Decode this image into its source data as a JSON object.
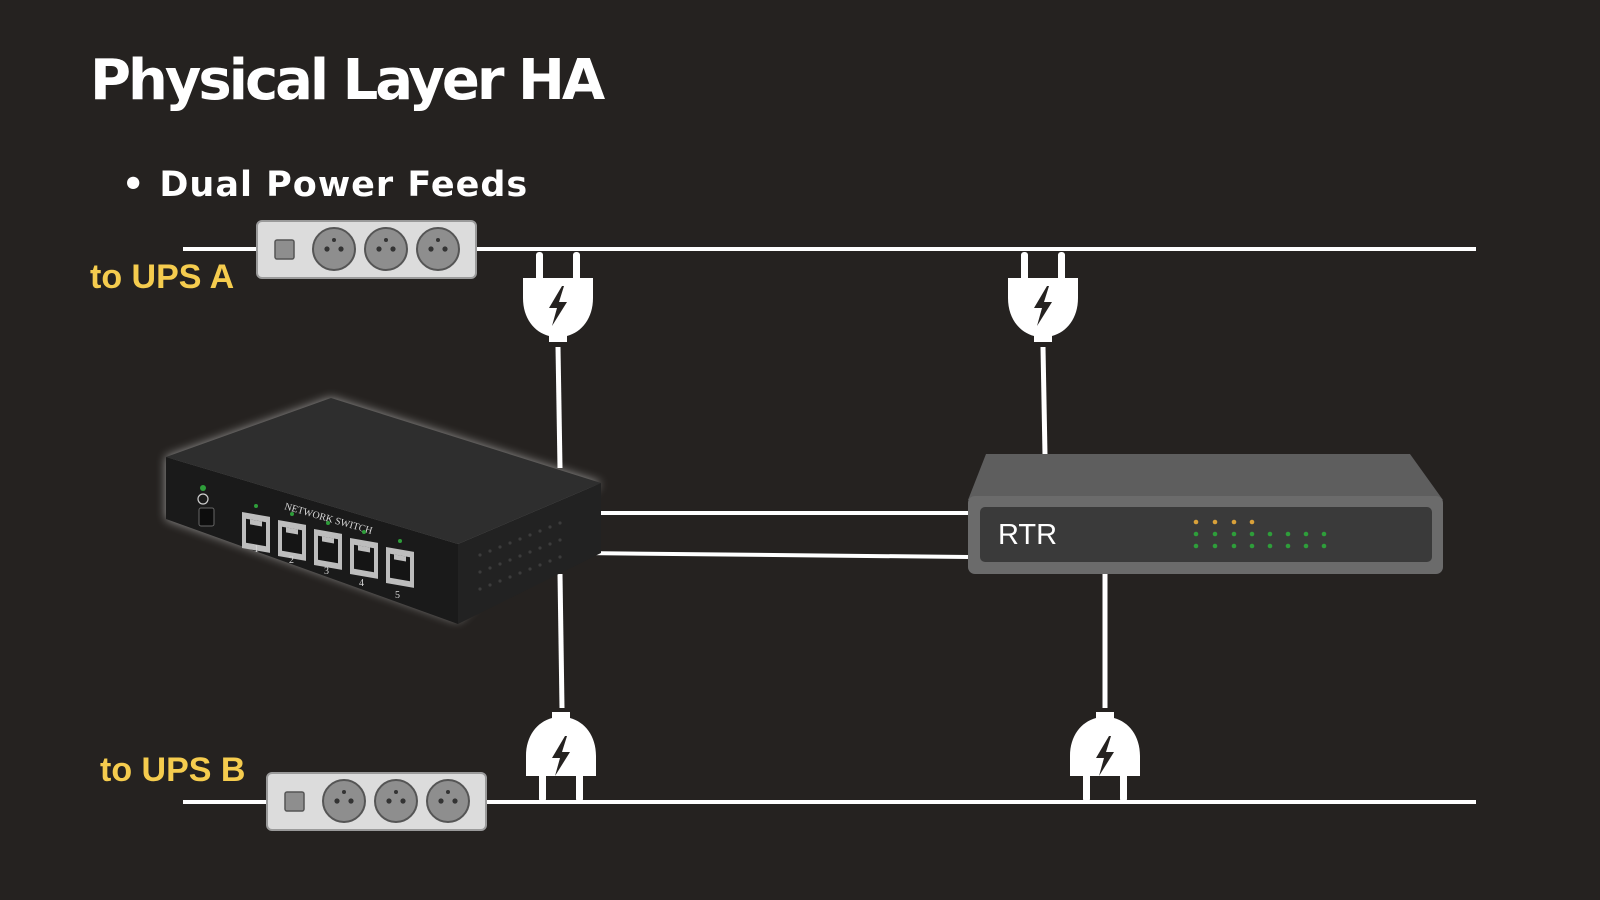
{
  "slide": {
    "title": "Physical Layer HA",
    "bullet_marker": "•",
    "bullet": "Dual Power Feeds"
  },
  "labels": {
    "ups_a": "to UPS A",
    "ups_b": "to UPS B"
  },
  "switch": {
    "brand_text": "NETWORK SWITCH",
    "ports": [
      "1",
      "2",
      "3",
      "4",
      "5"
    ]
  },
  "router": {
    "label": "RTR"
  },
  "colors": {
    "background": "#252220",
    "title_text": "#ffffff",
    "ups_label": "#f5cc4e",
    "cable": "#ffffff",
    "router_body": "#6b6b6b",
    "router_panel": "#3a3a3a",
    "led_amber": "#d9a13a",
    "led_green": "#2e9e3a"
  },
  "icons": {
    "power_strip": "power-strip-icon",
    "power_plug": "power-plug-icon",
    "network_switch": "network-switch-icon",
    "router": "router-icon"
  }
}
